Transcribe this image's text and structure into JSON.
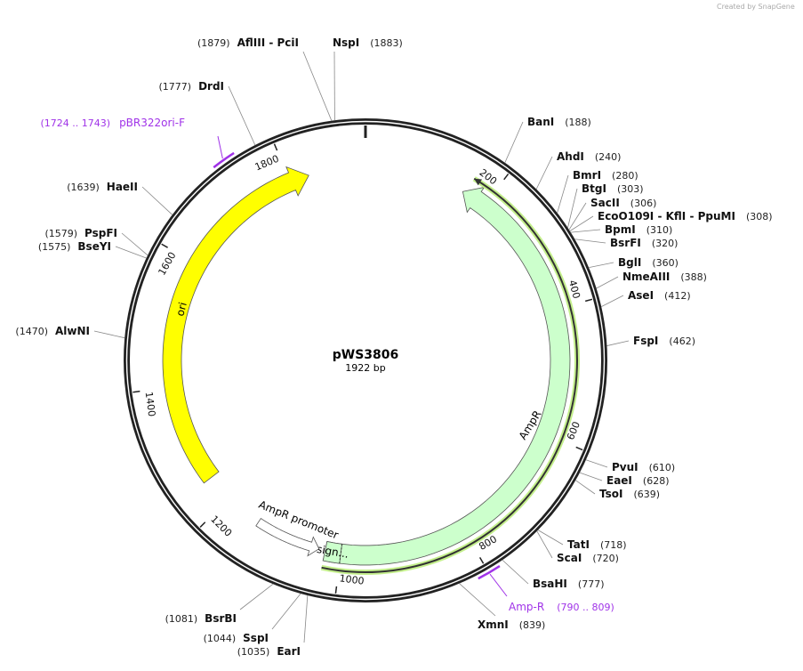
{
  "watermark": "Created by SnapGene",
  "plasmid": {
    "name": "pWS3806",
    "length_label": "1922 bp",
    "length": 1922
  },
  "colors": {
    "ori": "#ffff00",
    "ampr": "#ccffcc",
    "primer": "#a033e8",
    "highlight": "#c4ef8c",
    "backbone": "#222222"
  },
  "ticks": [
    "200",
    "400",
    "600",
    "800",
    "1000",
    "1200",
    "1400",
    "1600",
    "1800"
  ],
  "features": [
    {
      "name": "ori",
      "start": 1243,
      "end": 1831,
      "direction": "forward"
    },
    {
      "name": "AmpR",
      "start": 160,
      "end": 1025,
      "direction": "reverse"
    },
    {
      "name": "sign...",
      "start": 1000,
      "end": 1025
    },
    {
      "name": "AmpR promoter",
      "start": 1035,
      "end": 1140,
      "direction": "reverse"
    }
  ],
  "primers": [
    {
      "name": "pBR322ori-F",
      "range": "(1724 .. 1743)",
      "start": 1724,
      "end": 1743
    },
    {
      "name": "Amp-R",
      "range": "(790 .. 809)",
      "start": 790,
      "end": 809
    }
  ],
  "enzymes": [
    {
      "name": "BanI",
      "pos": 188,
      "label": "(188)"
    },
    {
      "name": "AhdI",
      "pos": 240,
      "label": "(240)"
    },
    {
      "name": "BmrI",
      "pos": 280,
      "label": "(280)"
    },
    {
      "name": "BtgI",
      "pos": 303,
      "label": "(303)"
    },
    {
      "name": "SacII",
      "pos": 306,
      "label": "(306)"
    },
    {
      "name": "EcoO109I  - KflI  - PpuMI",
      "pos": 308,
      "label": "(308)"
    },
    {
      "name": "BpmI",
      "pos": 310,
      "label": "(310)"
    },
    {
      "name": "BsrFI",
      "pos": 320,
      "label": "(320)"
    },
    {
      "name": "BglI",
      "pos": 360,
      "label": "(360)"
    },
    {
      "name": "NmeAIII",
      "pos": 388,
      "label": "(388)"
    },
    {
      "name": "AseI",
      "pos": 412,
      "label": "(412)"
    },
    {
      "name": "FspI",
      "pos": 462,
      "label": "(462)"
    },
    {
      "name": "PvuI",
      "pos": 610,
      "label": "(610)"
    },
    {
      "name": "EaeI",
      "pos": 628,
      "label": "(628)"
    },
    {
      "name": "TsoI",
      "pos": 639,
      "label": "(639)"
    },
    {
      "name": "TatI",
      "pos": 718,
      "label": "(718)"
    },
    {
      "name": "ScaI",
      "pos": 720,
      "label": "(720)"
    },
    {
      "name": "BsaHI",
      "pos": 777,
      "label": "(777)"
    },
    {
      "name": "XmnI",
      "pos": 839,
      "label": "(839)"
    },
    {
      "name": "EarI",
      "pos": 1035,
      "label": "(1035)"
    },
    {
      "name": "SspI",
      "pos": 1044,
      "label": "(1044)"
    },
    {
      "name": "BsrBI",
      "pos": 1081,
      "label": "(1081)"
    },
    {
      "name": "AlwNI",
      "pos": 1470,
      "label": "(1470)"
    },
    {
      "name": "BseYI",
      "pos": 1575,
      "label": "(1575)"
    },
    {
      "name": "PspFI",
      "pos": 1579,
      "label": "(1579)"
    },
    {
      "name": "HaeII",
      "pos": 1639,
      "label": "(1639)"
    },
    {
      "name": "DrdI",
      "pos": 1777,
      "label": "(1777)"
    },
    {
      "name": "AflIII  - PciI",
      "pos": 1879,
      "label": "(1879)"
    },
    {
      "name": "NspI",
      "pos": 1883,
      "label": "(1883)"
    }
  ]
}
